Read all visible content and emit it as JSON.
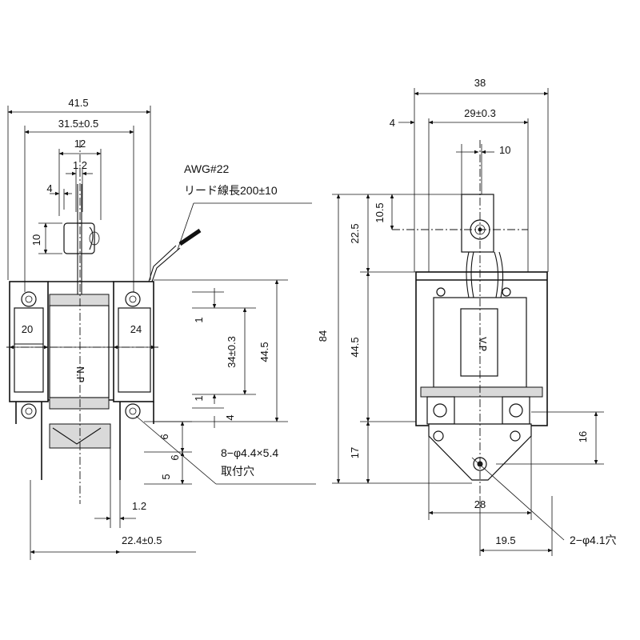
{
  "left_view": {
    "overall_width": "41.5",
    "mount_pitch": "31.5±0.5",
    "plunger_width": "12",
    "plunger_gap": "1.2",
    "plunger_offset": "4",
    "plunger_height": "10",
    "coil_width_left": "20",
    "coil_width_right": "24",
    "coil_label": "N.P",
    "gap_top": "1",
    "gap_bottom": "1",
    "coil_height": "34±0.3",
    "frame_height": "44.5",
    "bottom_4": "4",
    "bottom_6": "6",
    "bottom_5": "5",
    "base_1_2": "1.2",
    "base_width": "22.4±0.5"
  },
  "notes": {
    "awg": "AWG#22",
    "lead": "リード線長200±10",
    "holes": "8−φ4.4×5.4",
    "holes_label": "取付穴"
  },
  "right_view": {
    "overall_width": "38",
    "offset_4": "4",
    "mount_pitch": "29±0.3",
    "plunger_10": "10",
    "top_10_5": "10.5",
    "top_22_5": "22.5",
    "total_height": "84",
    "body_height": "44.5",
    "bottom_17": "17",
    "right_16": "16",
    "coil_label": "V.P",
    "base_width": "28",
    "hole_offset": "19.5",
    "holes": "2−φ4.1穴"
  }
}
